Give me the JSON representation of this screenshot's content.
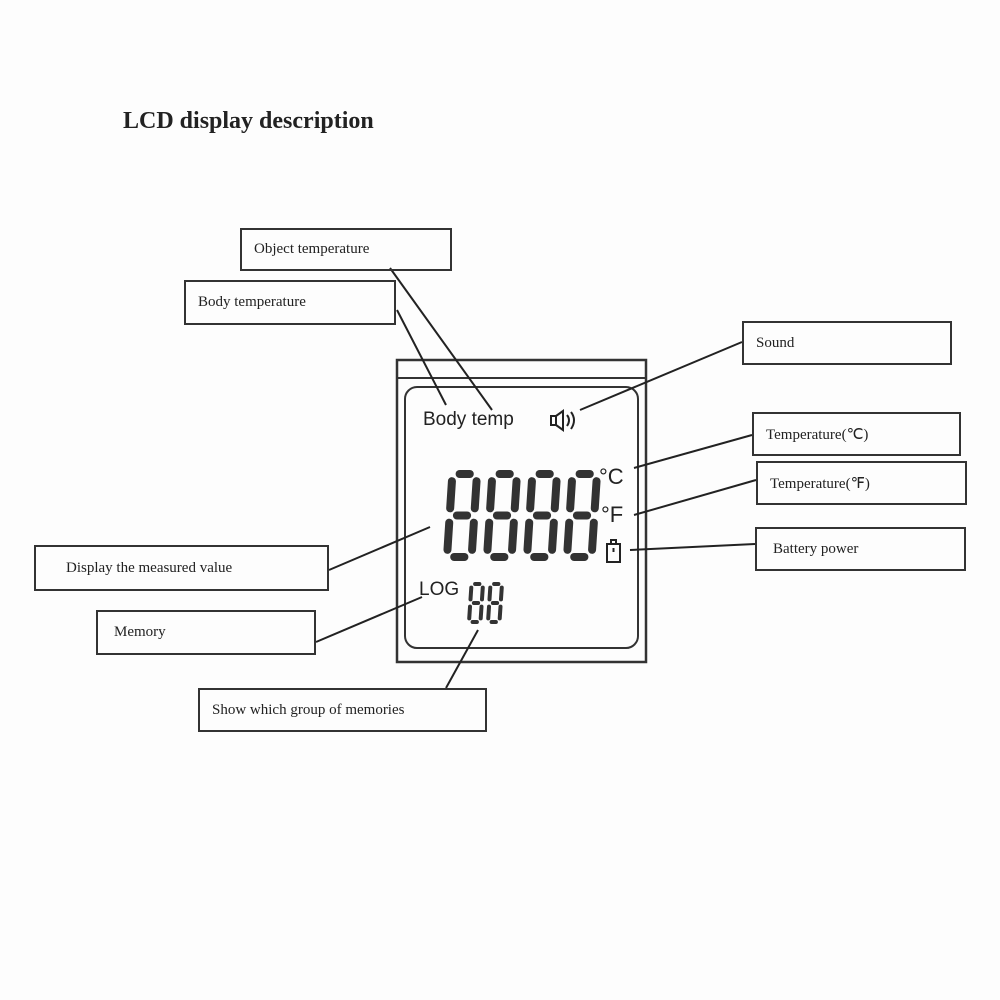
{
  "title": "LCD display description",
  "labels": {
    "object_temperature": "Object temperature",
    "body_temperature": "Body temperature",
    "sound": "Sound",
    "temp_c": "Temperature(℃)",
    "temp_f": "Temperature(℉)",
    "battery": "Battery power",
    "measured_value": "Display the measured value",
    "memory": "Memory",
    "memory_group": "Show which group of memories"
  },
  "lcd": {
    "mode_text": "Body temp",
    "main_digits": "8888",
    "unit_c": "°C",
    "unit_f": "°F",
    "log_text": "LOG",
    "log_digits": "88"
  }
}
